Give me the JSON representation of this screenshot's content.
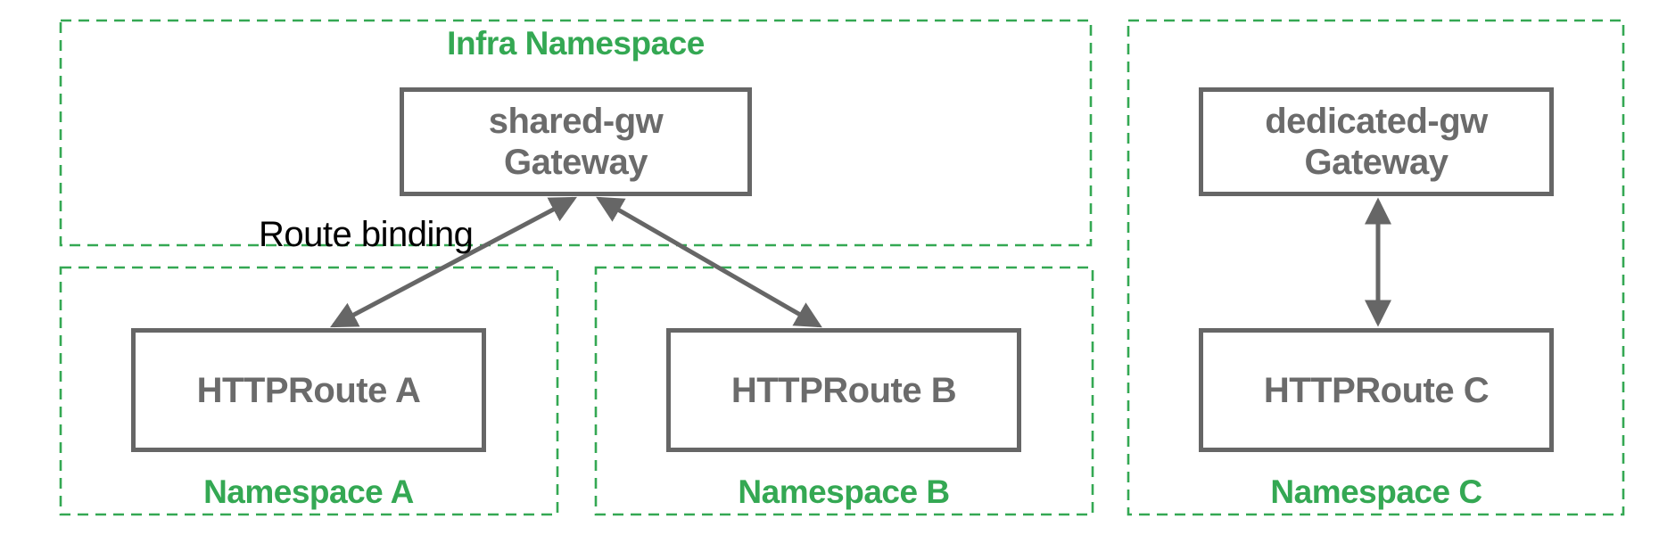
{
  "infra_namespace": {
    "label": "Infra Namespace",
    "gateway": {
      "name": "shared-gw",
      "kind": "Gateway"
    }
  },
  "namespace_a": {
    "label": "Namespace A",
    "route": "HTTPRoute A"
  },
  "namespace_b": {
    "label": "Namespace B",
    "route": "HTTPRoute B"
  },
  "namespace_c": {
    "label": "Namespace C",
    "gateway": {
      "name": "dedicated-gw",
      "kind": "Gateway"
    },
    "route": "HTTPRoute C"
  },
  "annotations": {
    "route_binding": "Route binding"
  },
  "colors": {
    "namespace_green": "#34a853",
    "box_border_gray": "#666666",
    "box_text_gray": "#6b6b6b",
    "annotation_black": "#000000",
    "background": "#ffffff"
  }
}
